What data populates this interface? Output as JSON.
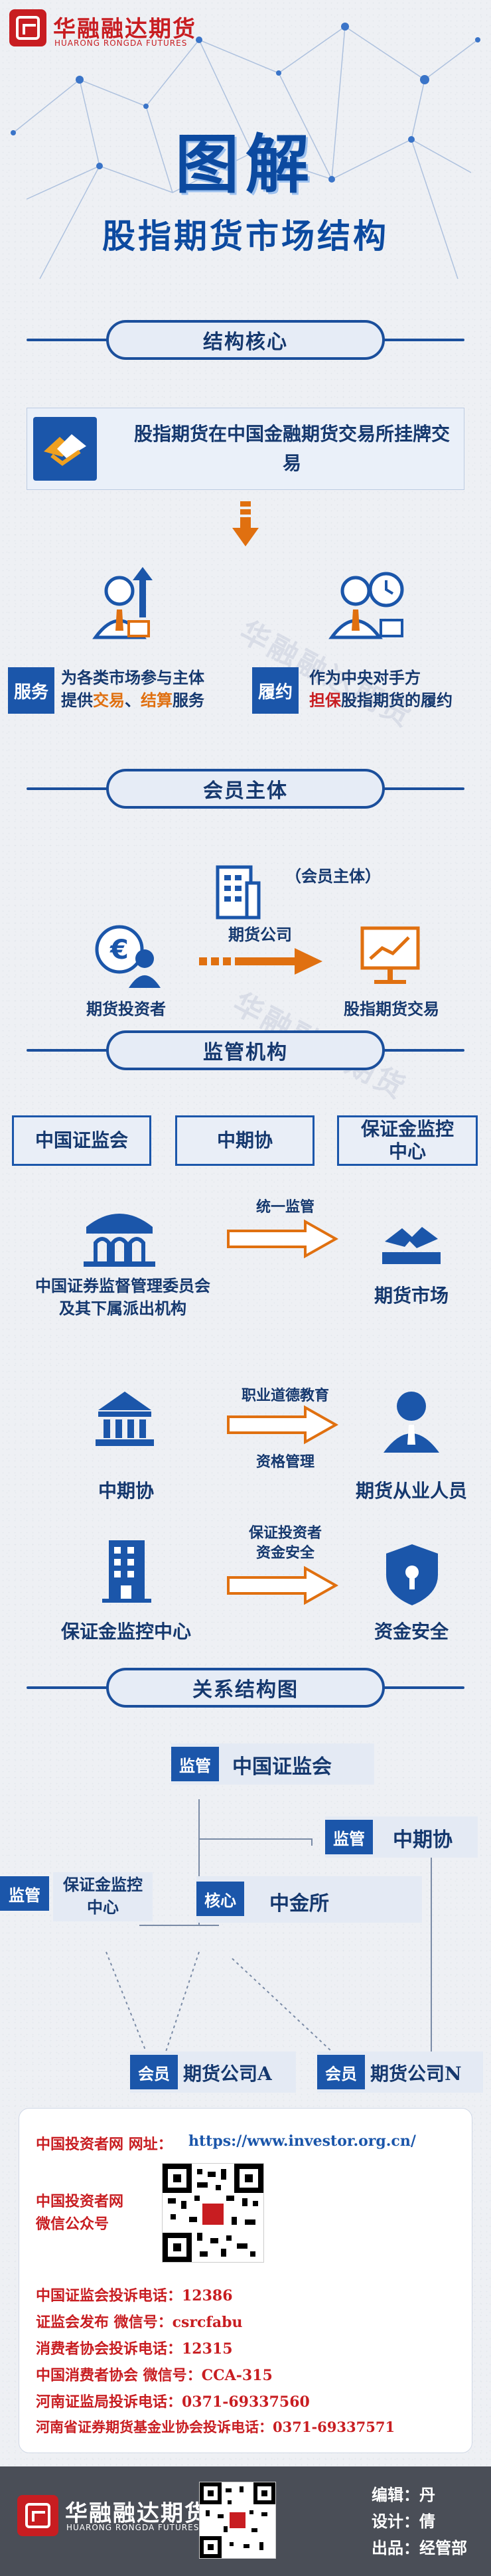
{
  "brand": {
    "name_cn": "华融融达期货",
    "name_en": "HUARONG RONGDA FUTURES",
    "color": "#c81d21"
  },
  "hero": {
    "title": "图解",
    "subtitle": "股指期货市场结构"
  },
  "watermark": "华融融达期货",
  "sections": {
    "core": {
      "title": "结构核心",
      "headline": "股指期货在中国金融期货交易所挂牌交易",
      "service_badge": "服务",
      "service_text_1": "为各类市场参与主体",
      "service_text_2a": "提供",
      "service_text_2b": "交易",
      "service_text_2c": "、",
      "service_text_2d": "结算",
      "service_text_2e": "服务",
      "perform_badge": "履约",
      "perform_text_1": "作为中央对手方",
      "perform_text_2a": "担保",
      "perform_text_2b": "股指期货的履约"
    },
    "members": {
      "title": "会员主体",
      "member_label": "（会员主体）",
      "broker": "期货公司",
      "investor": "期货投资者",
      "trading": "股指期货交易"
    },
    "regulators": {
      "title": "监管机构",
      "tags": [
        "中国证监会",
        "中期协",
        "保证金监控中心"
      ],
      "row1_left_1": "中国证券监督管理委员会",
      "row1_left_2": "及其下属派出机构",
      "row1_action": "统一监管",
      "row1_right": "期货市场",
      "row2_left": "中期协",
      "row2_action_1": "职业道德教育",
      "row2_action_2": "资格管理",
      "row2_right": "期货从业人员",
      "row3_left": "保证金监控中心",
      "row3_action_1": "保证投资者",
      "row3_action_2": "资金安全",
      "row3_right": "资金安全"
    },
    "relations": {
      "title": "关系结构图",
      "supervise": "监管",
      "csrc": "中国证监会",
      "cfa": "中期协",
      "cfmmc": "保证金监控中心",
      "core": "核心",
      "cffex": "中金所",
      "member": "会员",
      "broker_a": "期货公司A",
      "broker_n": "期货公司N"
    }
  },
  "info": {
    "investor_site_label": "中国投资者网  网址：",
    "investor_site_url": "https://www.investor.org.cn/",
    "wechat_label_1": "中国投资者网",
    "wechat_label_2": "微信公众号",
    "lines": [
      "中国证监会投诉电话：12386",
      "证监会发布 微信号：csrcfabu",
      "消费者协会投诉电话：12315",
      "中国消费者协会 微信号：CCA-315",
      "河南证监局投诉电话：0371-69337560",
      "河南省证券期货基金业协会投诉电话：0371-69337571"
    ]
  },
  "footer": {
    "editor": "编辑：丹",
    "designer": "设计：倩",
    "publisher": "出品：经管部"
  },
  "colors": {
    "primary": "#1b56aa",
    "accent": "#e07010",
    "dark": "#15386e"
  }
}
